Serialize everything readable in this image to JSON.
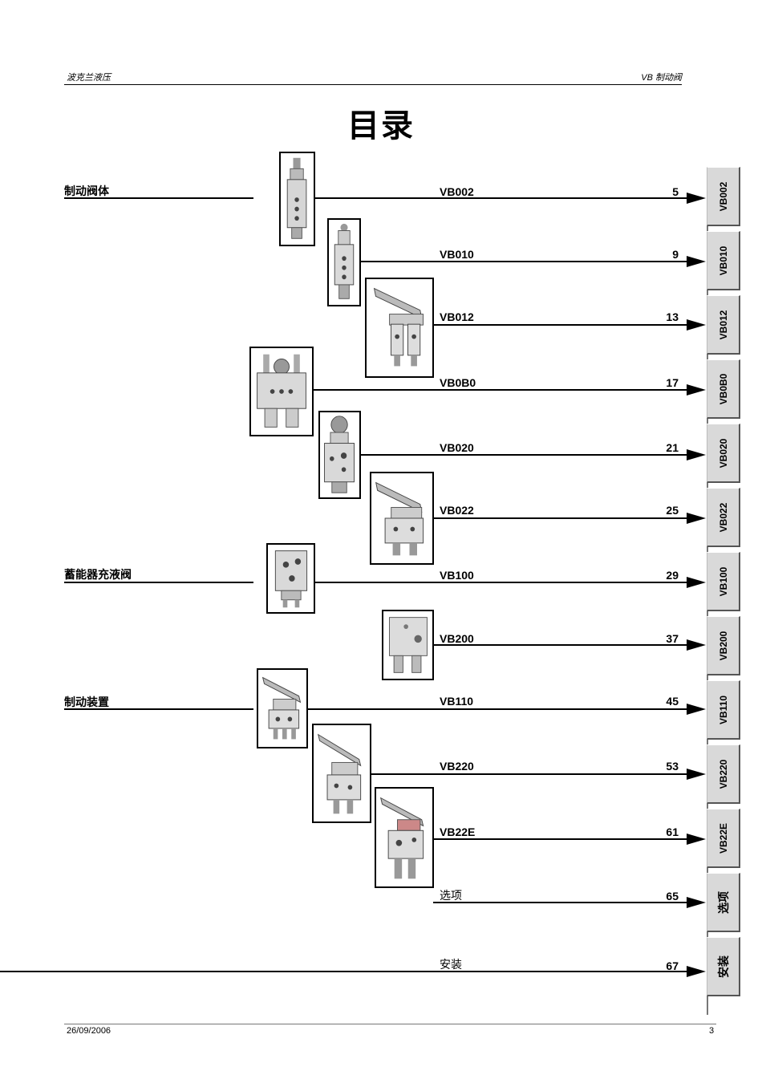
{
  "header": {
    "left": "波克兰液压",
    "right": "VB 制动阀"
  },
  "title": "目录",
  "sections": [
    {
      "label": "制动阀体"
    },
    {
      "label": "蓄能器充液阀"
    },
    {
      "label": "制动装置"
    }
  ],
  "entries": [
    {
      "label": "VB002",
      "page": "5"
    },
    {
      "label": "VB010",
      "page": "9"
    },
    {
      "label": "VB012",
      "page": "13"
    },
    {
      "label": "VB0B0",
      "page": "17"
    },
    {
      "label": "VB020",
      "page": "21"
    },
    {
      "label": "VB022",
      "page": "25"
    },
    {
      "label": "VB100",
      "page": "29"
    },
    {
      "label": "VB200",
      "page": "37"
    },
    {
      "label": "VB110",
      "page": "45"
    },
    {
      "label": "VB220",
      "page": "53"
    },
    {
      "label": "VB22E",
      "page": "61"
    },
    {
      "label": "选项",
      "page": "65"
    },
    {
      "label": "安装",
      "page": "67"
    }
  ],
  "tabs": [
    "VB002",
    "VB010",
    "VB012",
    "VB0B0",
    "VB020",
    "VB022",
    "VB100",
    "VB200",
    "VB110",
    "VB220",
    "VB22E",
    "选项",
    "安装"
  ],
  "footer": {
    "date": "26/09/2006",
    "page": "3"
  }
}
